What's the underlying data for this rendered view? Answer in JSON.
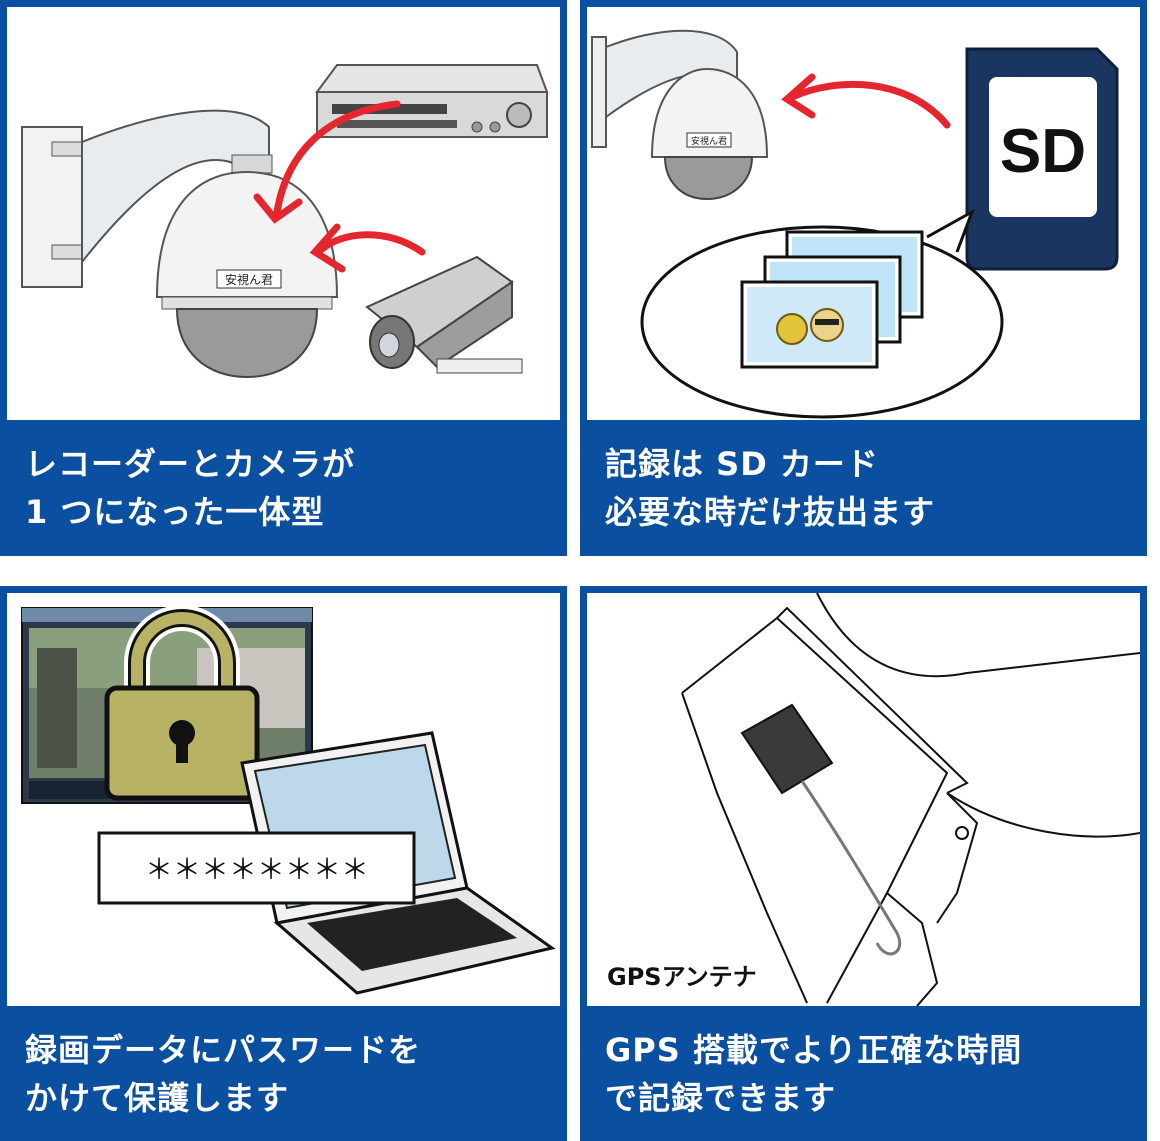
{
  "colors": {
    "panel_blue": "#0b4fa0",
    "arrow_red": "#e5262e",
    "sd_navy": "#1b3561",
    "lock_olive": "#b7b264"
  },
  "panels": [
    {
      "caption_line1": "レコーダーとカメラが",
      "caption_line2": "1 つになった一体型",
      "dome_label": "安視ん君",
      "icons": [
        "dome-camera-icon",
        "video-recorder-icon",
        "box-camera-icon",
        "red-arrow-icon"
      ]
    },
    {
      "caption_line1": "記録は SD カード",
      "caption_line2": "必要な時だけ抜出ます",
      "dome_label": "安視ん君",
      "sd_label": "SD",
      "icons": [
        "dome-camera-icon",
        "sd-card-icon",
        "speech-bubble-icon",
        "photo-frames-icon",
        "red-arrow-icon"
      ]
    },
    {
      "caption_line1": "録画データにパスワードを",
      "caption_line2": "かけて保護します",
      "password_mask": "＊＊＊＊＊＊＊＊",
      "icons": [
        "video-player-window-icon",
        "padlock-icon",
        "laptop-icon",
        "password-field-icon"
      ]
    },
    {
      "caption_line1": "GPS  搭載でより正確な時間",
      "caption_line2": "で記録できます",
      "gps_label": "GPSアンテナ",
      "icons": [
        "gps-antenna-icon",
        "vehicle-part-icon"
      ]
    }
  ]
}
